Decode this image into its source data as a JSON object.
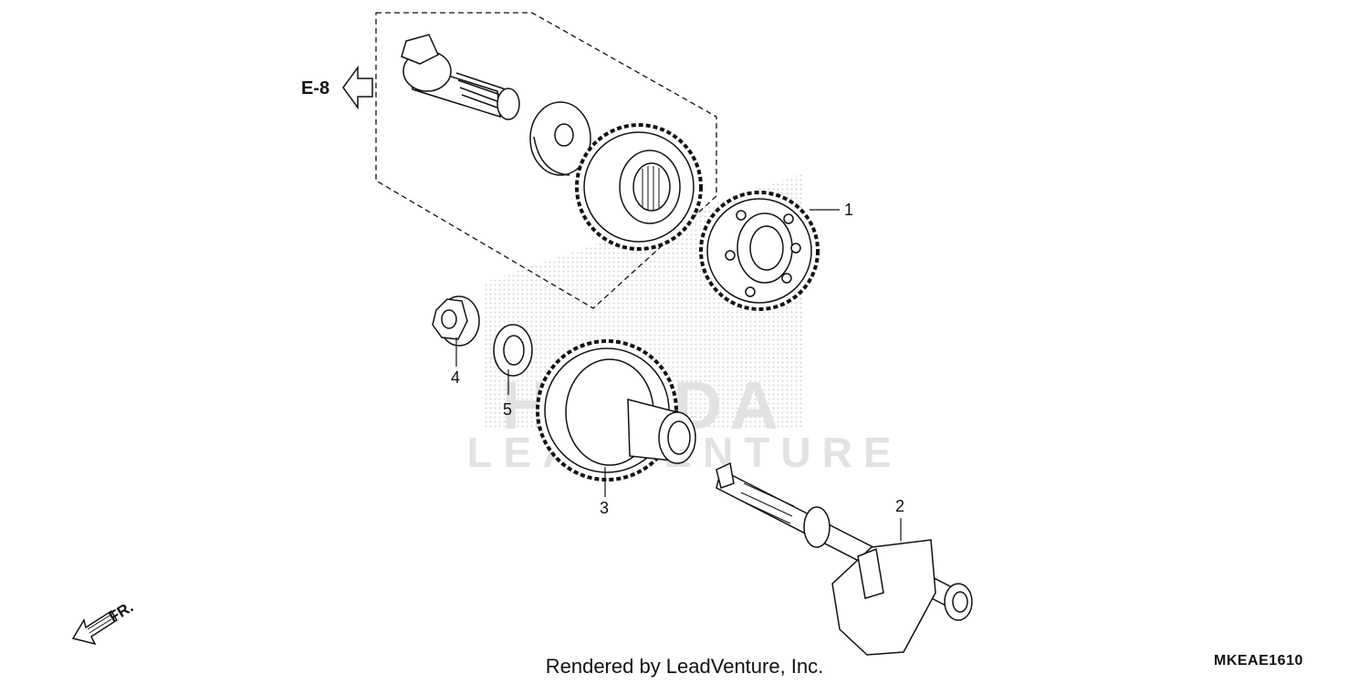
{
  "diagram": {
    "reference": {
      "label": "E-8"
    },
    "callouts": [
      {
        "id": "1",
        "label": "1"
      },
      {
        "id": "2",
        "label": "2"
      },
      {
        "id": "3",
        "label": "3"
      },
      {
        "id": "4",
        "label": "4"
      },
      {
        "id": "5",
        "label": "5"
      }
    ],
    "direction": {
      "label": "FR."
    },
    "watermark": {
      "brand": "HONDA",
      "text": "LEADVENTURE"
    }
  },
  "footer": {
    "rendered_by": "Rendered by LeadVenture, Inc."
  },
  "drawing_code": "MKEAE1610"
}
